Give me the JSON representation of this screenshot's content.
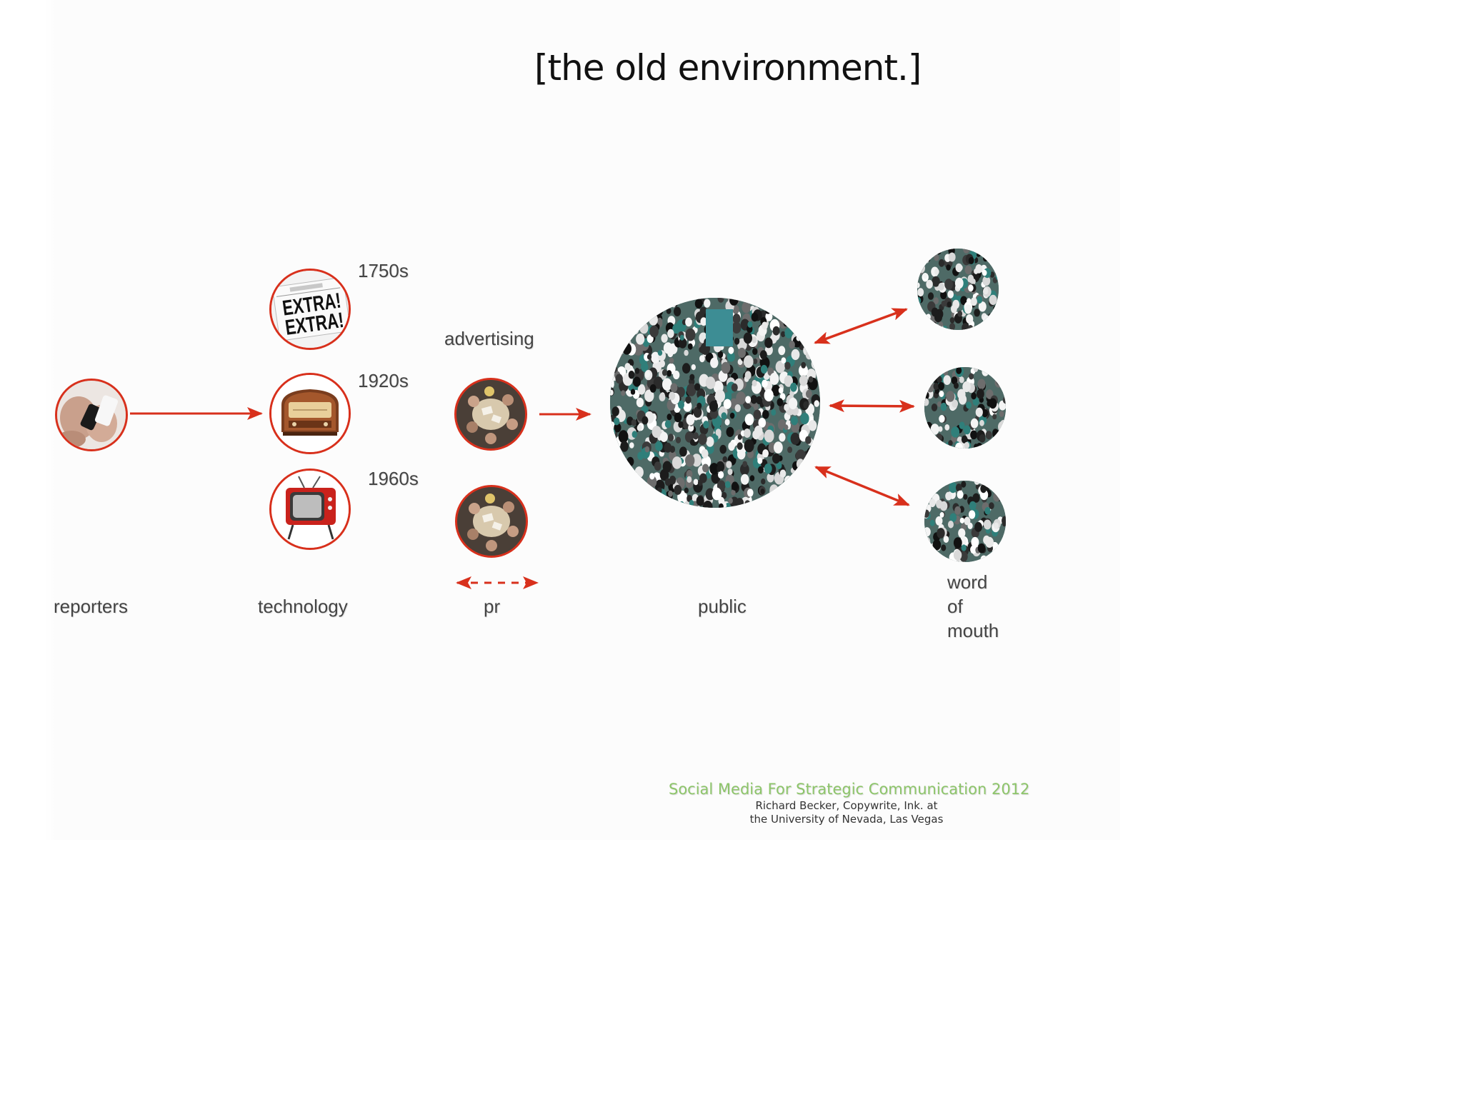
{
  "title": "[the old environment.]",
  "nodes": {
    "reporters": {
      "label": "reporters",
      "icon": "reporter-hands-photo"
    },
    "technology": {
      "label": "technology",
      "items": [
        {
          "era": "1750s",
          "icon": "newspaper-extra-icon",
          "text_line1": "EXTRA!",
          "text_line2": "EXTRA!"
        },
        {
          "era": "1920s",
          "icon": "radio-icon"
        },
        {
          "era": "1960s",
          "icon": "television-icon"
        }
      ]
    },
    "advertising": {
      "label": "advertising",
      "icon": "meeting-photo"
    },
    "pr": {
      "label": "pr",
      "icon": "meeting-photo"
    },
    "public": {
      "label": "public",
      "icon": "crowd-photo"
    },
    "word_of_mouth": {
      "line1": "word",
      "line2": "of",
      "line3": "mouth",
      "icon": "crowd-photo"
    }
  },
  "colors": {
    "arrow": "#d8301c",
    "footer_green": "#8dc56a",
    "label": "#444444"
  },
  "footer": {
    "course": "Social Media For Strategic Communication 2012",
    "author_line1": "Richard Becker, Copywrite, Ink. at",
    "author_line2": "the University of Nevada, Las Vegas"
  }
}
